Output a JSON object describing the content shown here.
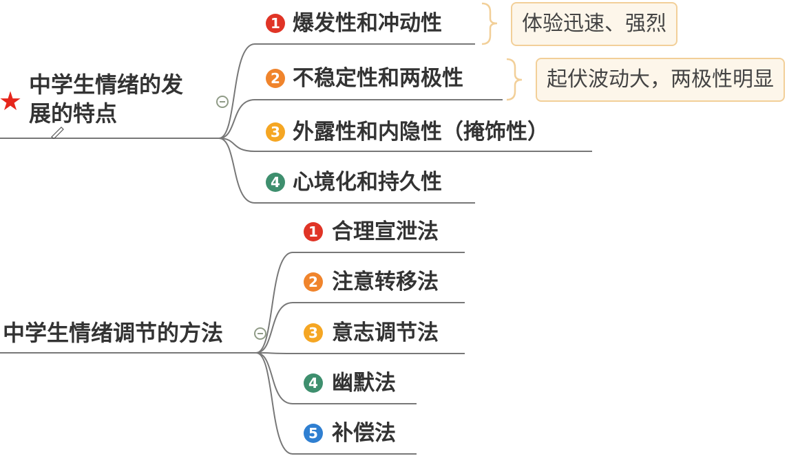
{
  "map1": {
    "root": "中学生情绪的发展的特点",
    "root_line1": "中学生情绪的发",
    "root_line2": "展的特点",
    "marker": "star-icon",
    "children": [
      {
        "num": "1",
        "label": "爆发性和冲动性",
        "color": "#e03426",
        "note": "体验迅速、强烈"
      },
      {
        "num": "2",
        "label": "不稳定性和两极性",
        "color": "#f0842c",
        "note": "起伏波动大，两极性明显"
      },
      {
        "num": "3",
        "label": "外露性和内隐性（掩饰性）",
        "color": "#f5a623"
      },
      {
        "num": "4",
        "label": "心境化和持久性",
        "color": "#3e8f6e"
      }
    ]
  },
  "map2": {
    "root": "中学生情绪调节的方法",
    "children": [
      {
        "num": "1",
        "label": "合理宣泄法",
        "color": "#e03426"
      },
      {
        "num": "2",
        "label": "注意转移法",
        "color": "#f0842c"
      },
      {
        "num": "3",
        "label": "意志调节法",
        "color": "#f5a623"
      },
      {
        "num": "4",
        "label": "幽默法",
        "color": "#3e8f6e"
      },
      {
        "num": "5",
        "label": "补偿法",
        "color": "#2f7fd1"
      }
    ]
  }
}
